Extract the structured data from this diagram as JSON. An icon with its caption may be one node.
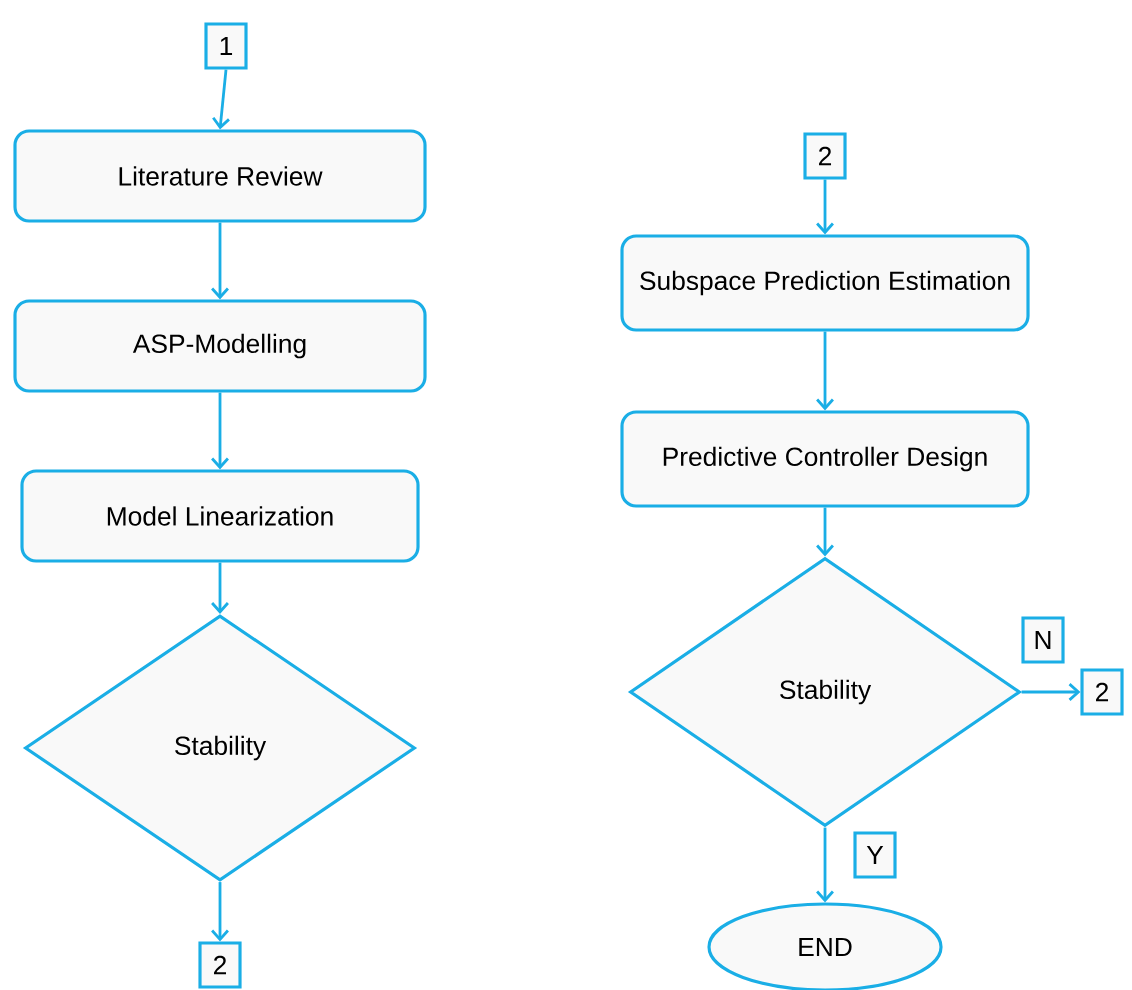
{
  "diagram": {
    "nodes": [
      {
        "text": [
          "1"
        ]
      },
      {
        "text": [
          "Literature Review"
        ]
      },
      {
        "text": [
          "ASP-Modelling"
        ]
      },
      {
        "text": [
          "Model Linearization"
        ]
      },
      {
        "text": [
          "Stability"
        ]
      },
      {
        "text": [
          "2"
        ]
      },
      {
        "text": [
          "2"
        ]
      },
      {
        "text": [
          "Subspace Prediction Estimation"
        ]
      },
      {
        "text": [
          "Predictive Controller Design"
        ]
      },
      {
        "text": [
          "Stability"
        ]
      },
      {
        "text": [
          "N"
        ]
      },
      {
        "text": [
          "2"
        ]
      },
      {
        "text": [
          "Y"
        ]
      },
      {
        "text": [
          "END"
        ]
      }
    ],
    "edges": [
      {
        "from": 0,
        "to": 1,
        "arrow": "to"
      },
      {
        "from": 1,
        "to": 2,
        "arrow": "to"
      },
      {
        "from": 2,
        "to": 3,
        "arrow": "to"
      },
      {
        "from": 3,
        "to": 4,
        "arrow": "to"
      },
      {
        "from": 4,
        "to": 5,
        "arrow": "to"
      },
      {
        "from": 6,
        "to": 7,
        "arrow": "to"
      },
      {
        "from": 7,
        "to": 8,
        "arrow": "to"
      },
      {
        "from": 8,
        "to": 9,
        "arrow": "to"
      },
      {
        "from": 9,
        "to": 11,
        "arrow": "to"
      },
      {
        "from": 9,
        "to": 13,
        "arrow": "to"
      }
    ]
  }
}
